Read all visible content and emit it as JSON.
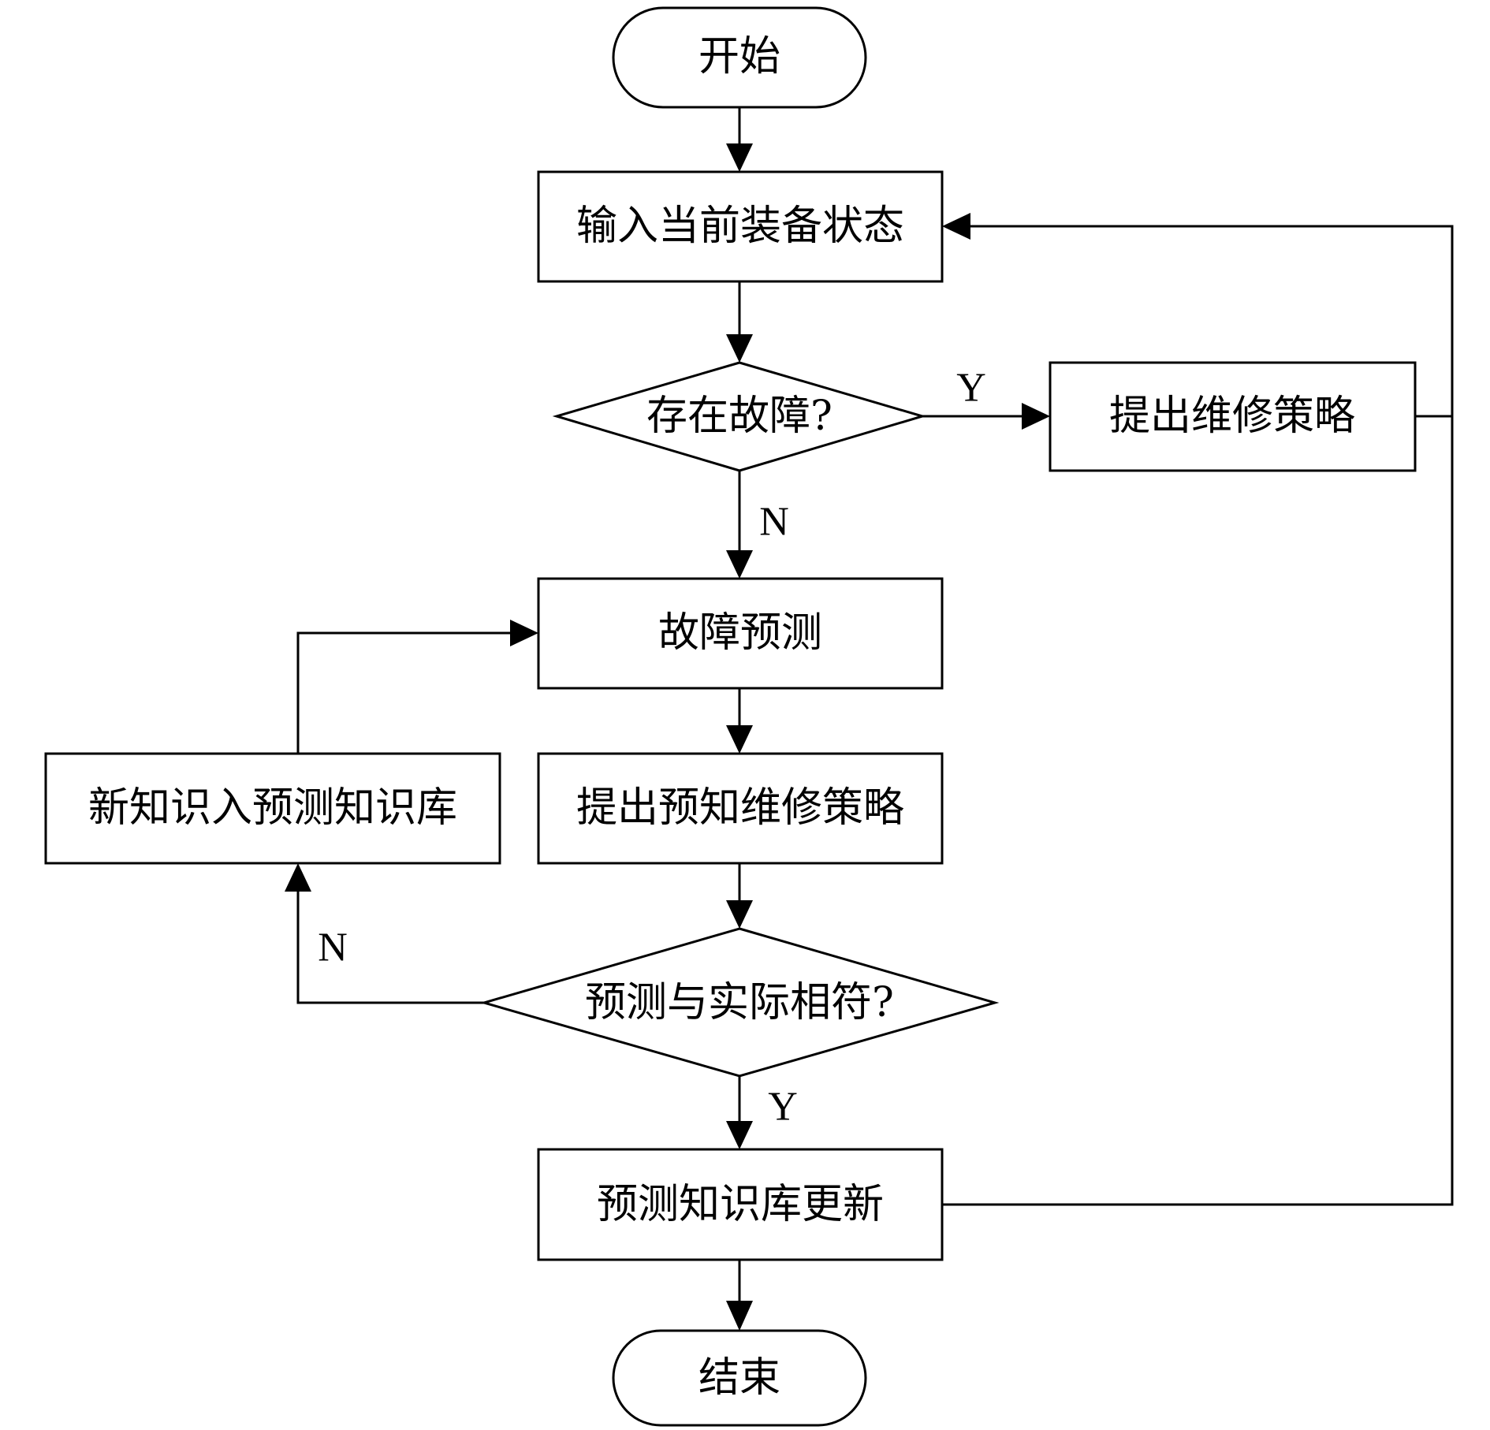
{
  "nodes": {
    "start": "开始",
    "input_state": "输入当前装备状态",
    "fault_exists": "存在故障?",
    "propose_strategy": "提出维修策略",
    "fault_prediction": "故障预测",
    "propose_predictive": "提出预知维修策略",
    "prediction_match": "预测与实际相符?",
    "new_knowledge": "新知识入预测知识库",
    "kb_update": "预测知识库更新",
    "end": "结束"
  },
  "edge_labels": {
    "fault_yes": "Y",
    "fault_no": "N",
    "match_no": "N",
    "match_yes": "Y"
  }
}
